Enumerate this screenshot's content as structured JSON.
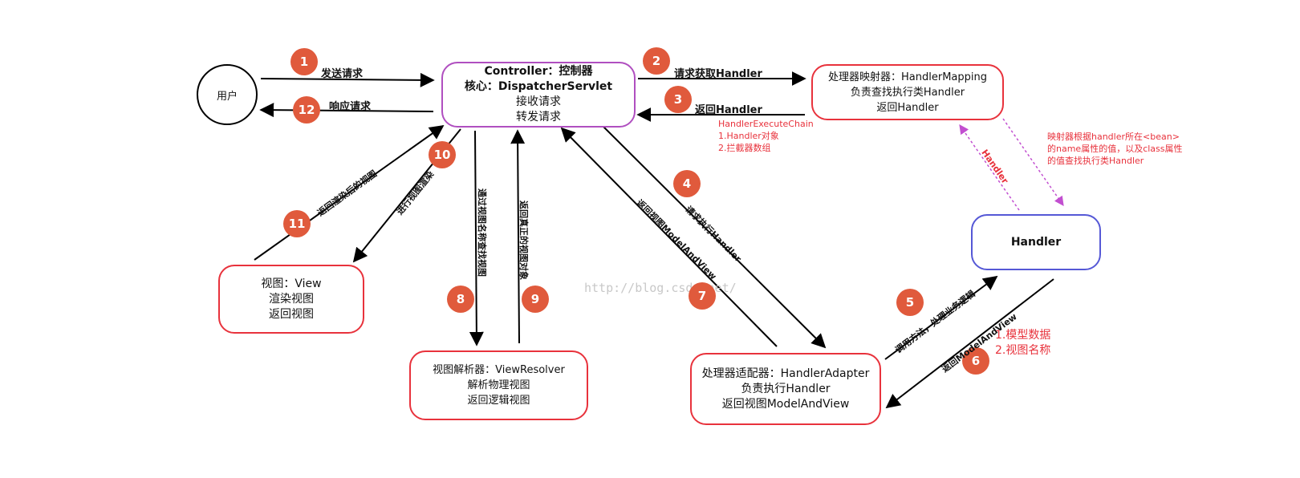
{
  "nodes": {
    "user": "用户",
    "controller": [
      "Controller：控制器",
      "核心：DispatcherServlet",
      "接收请求",
      "转发请求"
    ],
    "handler_mapping": [
      "处理器映射器：HandlerMapping",
      "负责查找执行类Handler",
      "返回Handler"
    ],
    "handler": "Handler",
    "handler_adapter": [
      "处理器适配器：HandlerAdapter",
      "负责执行Handler",
      "返回视图ModelAndView"
    ],
    "view_resolver": [
      "视图解析器：ViewResolver",
      "解析物理视图",
      "返回逻辑视图"
    ],
    "view": [
      "视图：View",
      "渲染视图",
      "返回视图"
    ]
  },
  "steps": {
    "s1": {
      "num": "1",
      "label": "发送请求"
    },
    "s2": {
      "num": "2",
      "label": "请求获取Handler"
    },
    "s3": {
      "num": "3",
      "label": "返回Handler"
    },
    "s4": {
      "num": "4",
      "label": "请求执行Handler"
    },
    "s5": {
      "num": "5",
      "label": "调用方法，处理业务逻辑"
    },
    "s6": {
      "num": "6",
      "label": "返回ModelAndView"
    },
    "s7": {
      "num": "7",
      "label": "返回视图ModelAndView"
    },
    "s8": {
      "num": "8",
      "label": "通过视图名称查找视图"
    },
    "s9": {
      "num": "9",
      "label": "返回真正的视图对象"
    },
    "s10": {
      "num": "10",
      "label": "进行视图渲染"
    },
    "s11": {
      "num": "11",
      "label": "返回渲染后的视图"
    },
    "s12": {
      "num": "12",
      "label": "响应请求"
    }
  },
  "notes": {
    "execute_chain": [
      "HandlerExecuteChain",
      "1.Handler对象",
      "2.拦截器数组"
    ],
    "mapping_note": [
      "映射器根据handler所在<bean>",
      "的name属性的值，以及class属性",
      "的值查找执行类Handler"
    ],
    "handler_arrow_label": "Handler",
    "model_note": [
      "1.模型数据",
      "2.视图名称"
    ]
  },
  "watermark": "http://blog.csdn.net/",
  "colors": {
    "badge": "#e05a3c",
    "box_border": "#e8323c",
    "controller_border": "#b04fc0",
    "handler_border": "#5558d6",
    "note": "#e8323c",
    "dotted": "#c24fd0"
  }
}
